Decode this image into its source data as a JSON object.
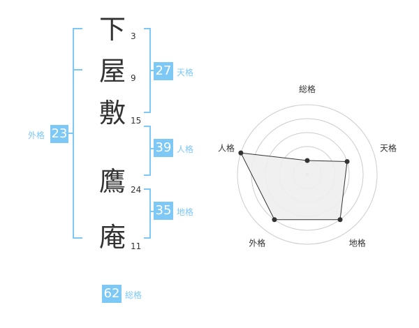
{
  "name_chars": [
    {
      "char": "下",
      "strokes": "3"
    },
    {
      "char": "屋",
      "strokes": "9"
    },
    {
      "char": "敷",
      "strokes": "15"
    },
    {
      "char": "鷹",
      "strokes": "24"
    },
    {
      "char": "庵",
      "strokes": "11"
    }
  ],
  "scores": {
    "tenkaku": {
      "value": "27",
      "label": "天格"
    },
    "jinkaku": {
      "value": "39",
      "label": "人格"
    },
    "chikaku": {
      "value": "35",
      "label": "地格"
    },
    "gaikaku": {
      "value": "23",
      "label": "外格"
    },
    "soukaku": {
      "value": "62",
      "label": "総格"
    }
  },
  "chart_data": {
    "type": "radar",
    "axes": [
      "総格",
      "天格",
      "地格",
      "外格",
      "人格"
    ],
    "values": [
      1,
      3,
      4,
      4,
      5
    ],
    "max": 5,
    "rings": 5,
    "colors": {
      "fill": "#eeeeee",
      "stroke": "#333333",
      "grid": "#cccccc",
      "point": "#333333"
    }
  }
}
